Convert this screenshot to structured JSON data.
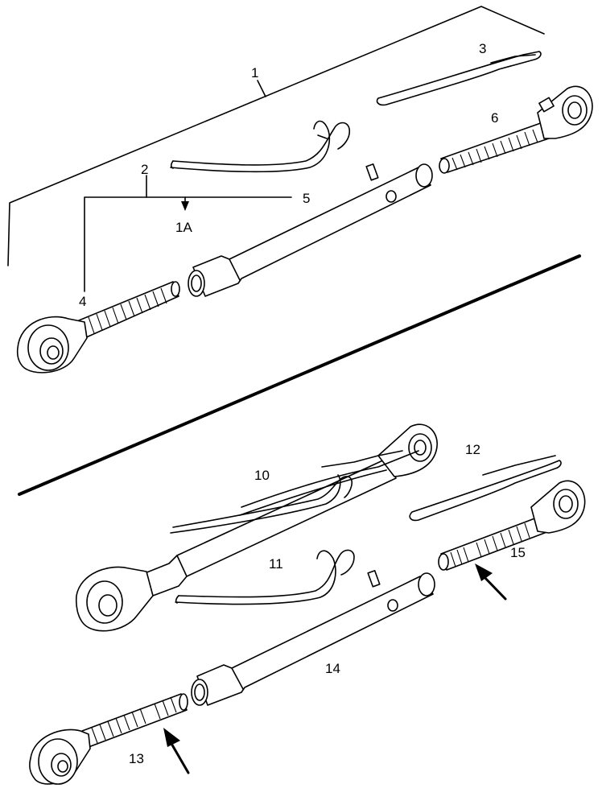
{
  "callouts": {
    "c1": "1",
    "c1a": "1A",
    "c2": "2",
    "c3": "3",
    "c4": "4",
    "c5": "5",
    "c6": "6",
    "c10": "10",
    "c11": "11",
    "c12": "12",
    "c13": "13",
    "c14": "14",
    "c15": "15"
  },
  "colors": {
    "ink": "#000000",
    "paper": "#ffffff"
  }
}
